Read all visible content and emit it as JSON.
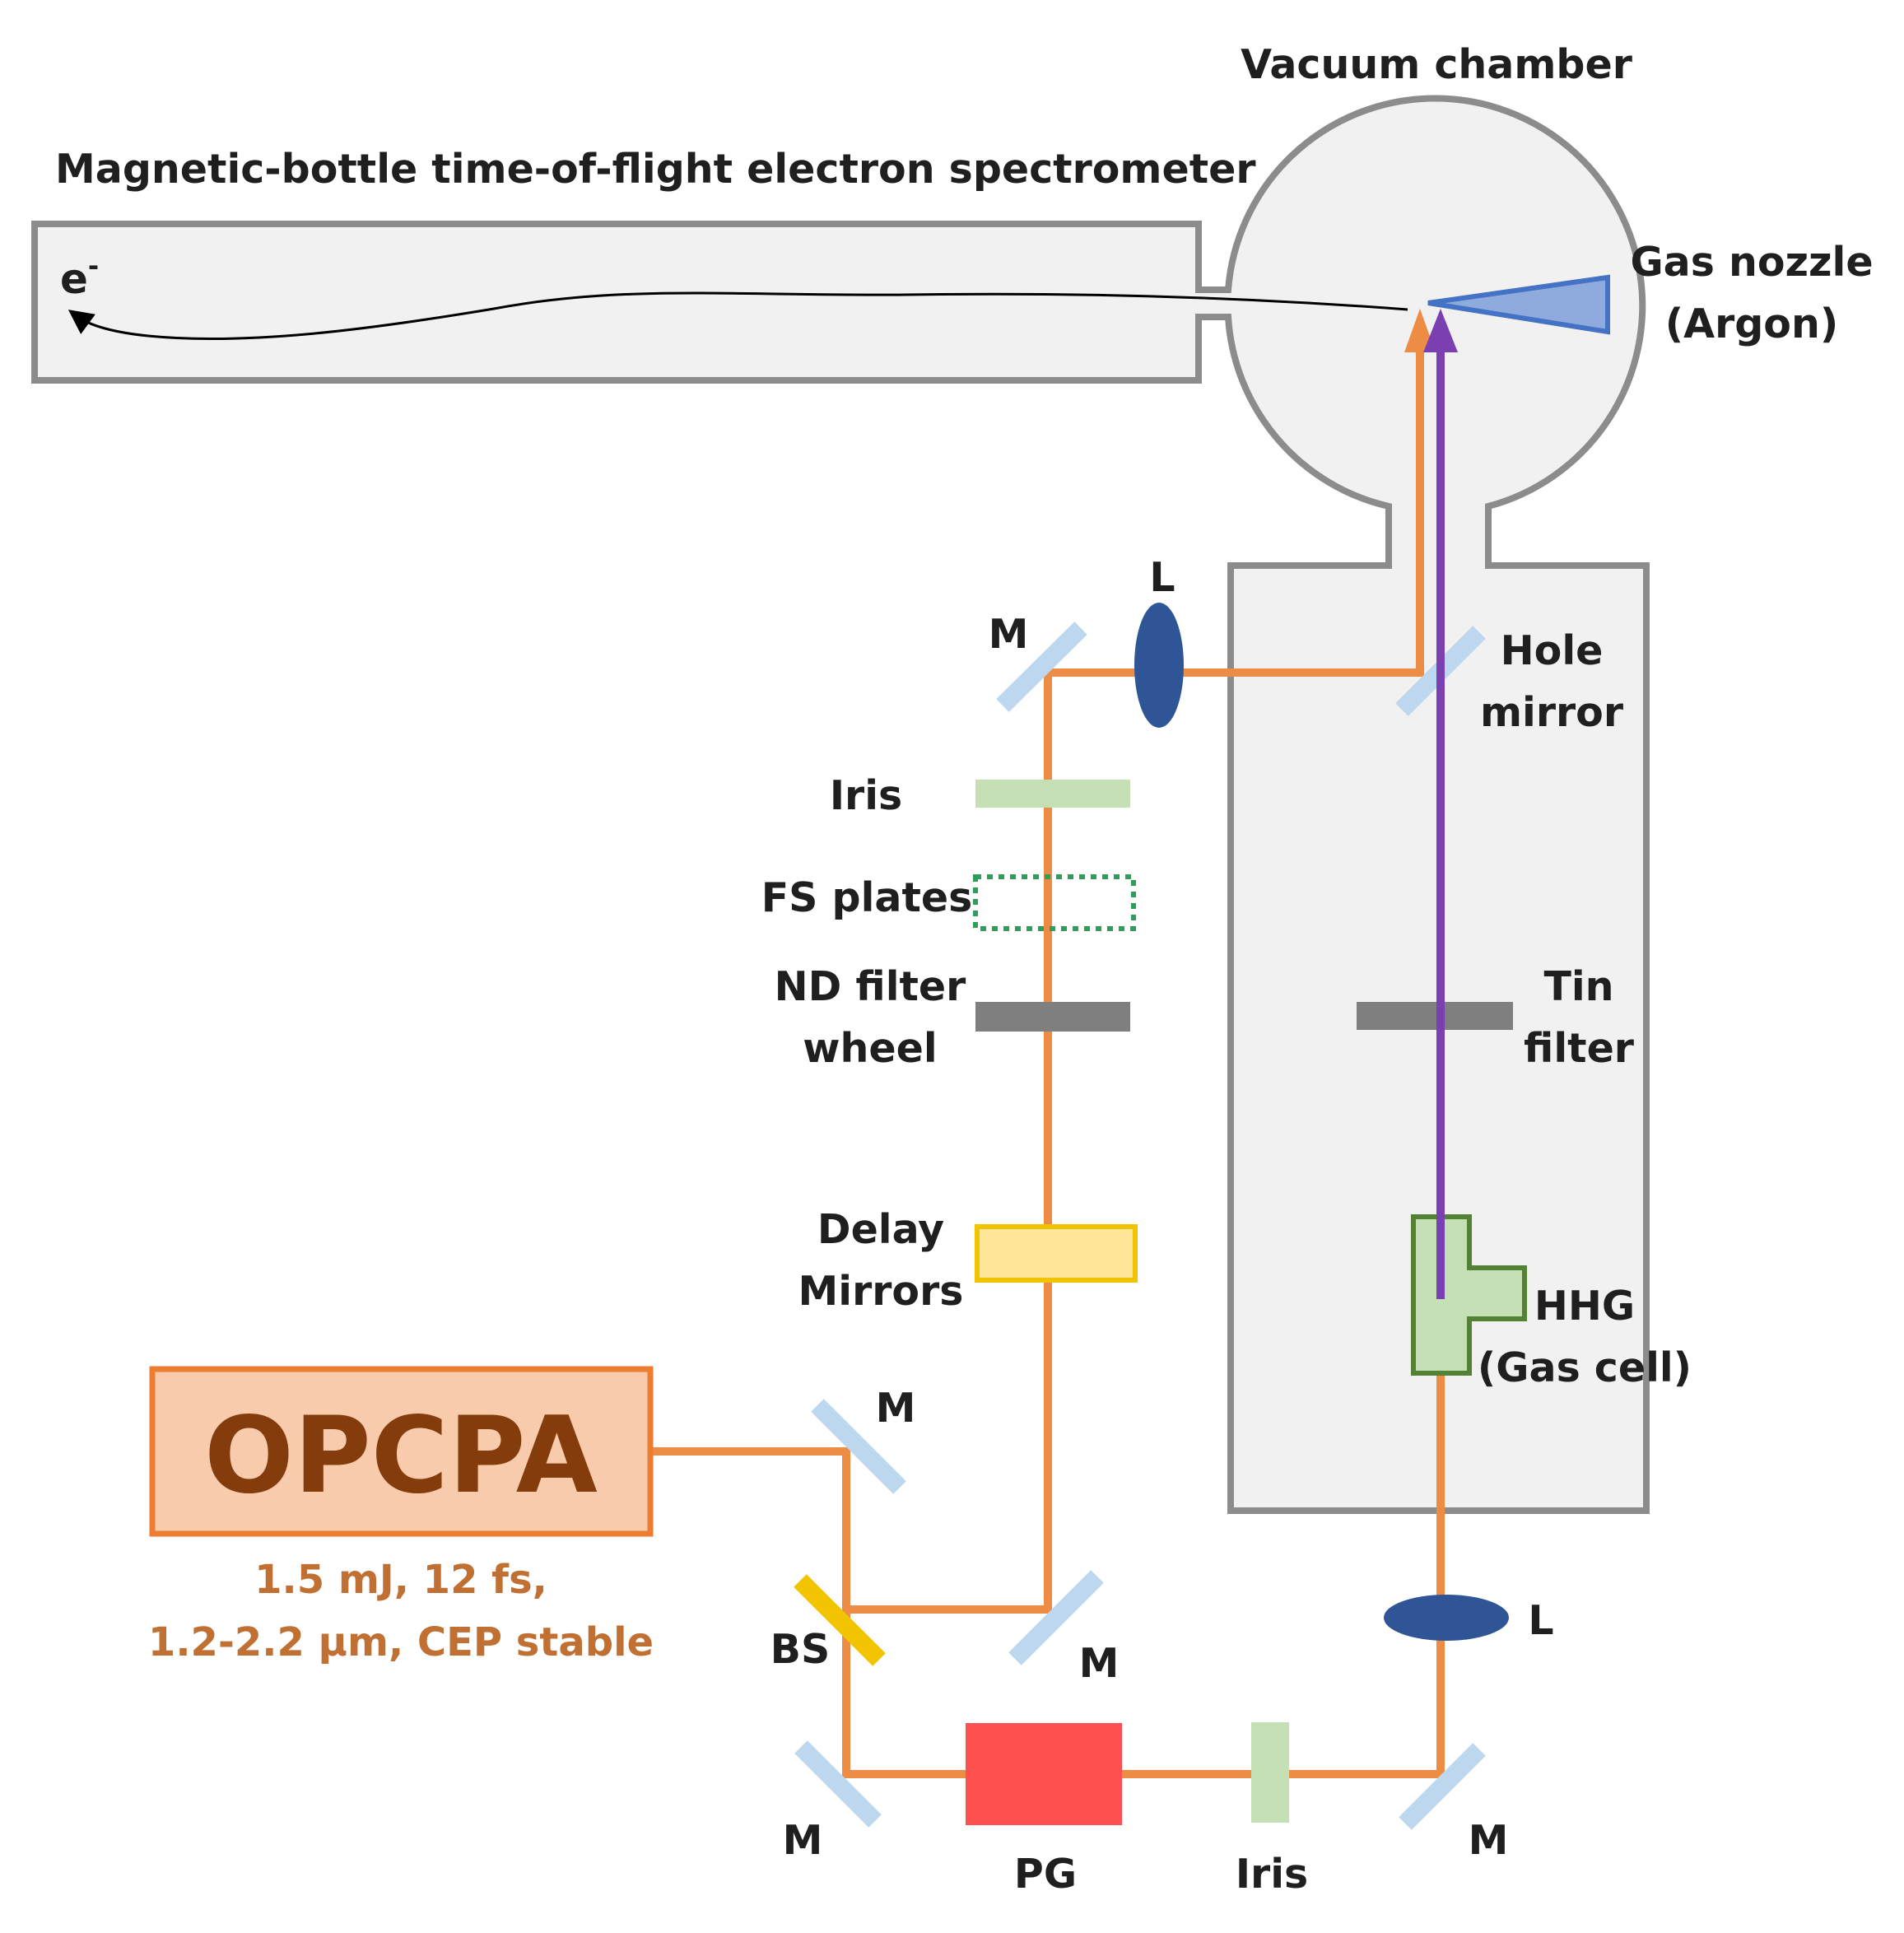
{
  "labels": {
    "spectrometer": "Magnetic-bottle time-of-flight electron spectrometer",
    "vacuum_chamber": "Vacuum chamber",
    "electron": "e",
    "electron_sup": "-",
    "gas_nozzle_line1": "Gas nozzle",
    "gas_nozzle_line2": "(Argon)",
    "lens_top": "L",
    "lens_bottom": "L",
    "mirror": "M",
    "hole_mirror_line1": "Hole",
    "hole_mirror_line2": "mirror",
    "iris": "Iris",
    "fs_plates": "FS plates",
    "nd_filter_line1": "ND filter",
    "nd_filter_line2": "wheel",
    "tin_filter_line1": "Tin",
    "tin_filter_line2": "filter",
    "delay_mirrors_line1": "Delay",
    "delay_mirrors_line2": "Mirrors",
    "hhg_line1": "HHG",
    "hhg_line2": "(Gas cell)",
    "bs": "BS",
    "pg": "PG"
  },
  "opcpa": {
    "title": "OPCPA",
    "spec_line1": "1.5 mJ, 12 fs,",
    "spec_line2": "1.2-2.2 µm, CEP stable"
  },
  "colors": {
    "ir_beam": "#ED8C45",
    "xuv_beam": "#7A3FB0",
    "chamber_fill": "#F1F1F1",
    "chamber_stroke": "#8C8C8C",
    "mirror": "#BDD7EE",
    "lens": "#2F5597",
    "iris": "#C5E0B4",
    "nd_filter": "#7F7F7F",
    "delay_mirrors_fill": "#FFE699",
    "delay_mirrors_stroke": "#F2C300",
    "beam_splitter": "#F2C300",
    "pulse_generator": "#FF5050",
    "gas_cell_fill": "#C5E0B4",
    "gas_cell_stroke": "#548235",
    "fs_plates": "#2E9E5B",
    "nozzle_fill": "#8FAADC",
    "nozzle_stroke": "#4472C4",
    "opcpa_fill": "#F8CBAD",
    "opcpa_stroke": "#ED7D31",
    "opcpa_title": "#843C0C",
    "opcpa_spec": "#C07033"
  }
}
